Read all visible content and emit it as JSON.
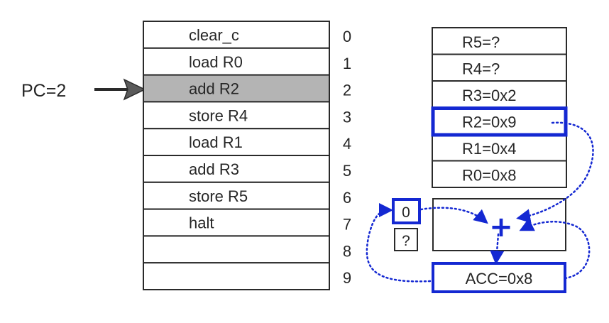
{
  "pc_label": "PC=2",
  "program": {
    "highlighted_index": 2,
    "rows": [
      {
        "instruction": "clear_c",
        "address": "0"
      },
      {
        "instruction": "load R0",
        "address": "1"
      },
      {
        "instruction": "add R2",
        "address": "2"
      },
      {
        "instruction": "store R4",
        "address": "3"
      },
      {
        "instruction": "load R1",
        "address": "4"
      },
      {
        "instruction": "add R3",
        "address": "5"
      },
      {
        "instruction": "store R5",
        "address": "6"
      },
      {
        "instruction": "halt",
        "address": "7"
      },
      {
        "instruction": "",
        "address": "8"
      },
      {
        "instruction": "",
        "address": "9"
      }
    ]
  },
  "registers": [
    {
      "label": "R5=?"
    },
    {
      "label": "R4=?"
    },
    {
      "label": "R3=0x2"
    },
    {
      "label": "R2=0x9",
      "highlighted": true
    },
    {
      "label": "R1=0x4"
    },
    {
      "label": "R0=0x8"
    }
  ],
  "flags": {
    "carry": "0",
    "unknown": "?"
  },
  "alu": {
    "operator": "+"
  },
  "accumulator": {
    "label": "ACC=0x8"
  },
  "colors": {
    "highlight": "#1428d2",
    "shade": "#b4b4b4",
    "ink": "#262626"
  }
}
